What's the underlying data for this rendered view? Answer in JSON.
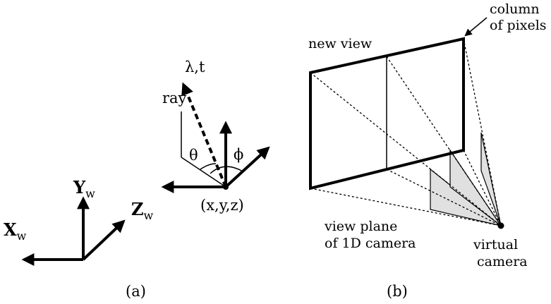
{
  "panel_a": {
    "caption": "(a)",
    "axes": {
      "x": "X",
      "x_sub": "w",
      "y": "Y",
      "y_sub": "w",
      "z": "Z",
      "z_sub": "w"
    },
    "ray_label": "ray",
    "lambda_t": "λ,t",
    "theta": "θ",
    "phi": "ϕ",
    "point": "(x,y,z)"
  },
  "panel_b": {
    "caption": "(b)",
    "new_view": "new view",
    "column_line1": "column",
    "column_line2": "of pixels",
    "view_plane_line1": "view plane",
    "view_plane_line2": "of 1D camera",
    "virtual_line1": "virtual",
    "virtual_line2": "camera"
  },
  "colors": {
    "ink": "#000000",
    "fill": "#e0e0e0"
  }
}
